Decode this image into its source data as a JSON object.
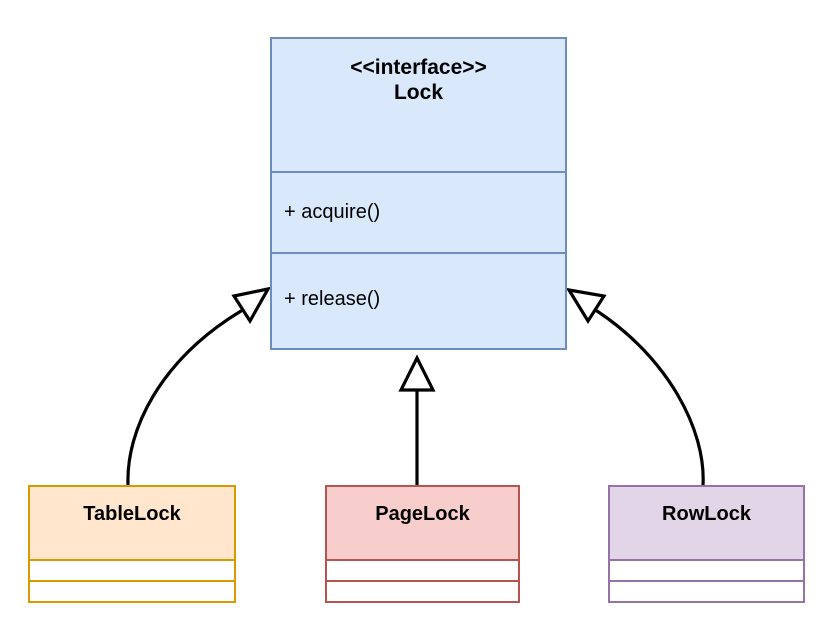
{
  "diagram": {
    "kind": "uml-class-diagram",
    "background_color": "#ffffff",
    "edge_color": "#000000",
    "relationship_label": "generalization"
  },
  "interface": {
    "stereotype": "<<interface>>",
    "name": "Lock",
    "attributes": [],
    "methods": [
      {
        "label": "+ acquire()"
      },
      {
        "label": "+ release()"
      }
    ],
    "fill_color": "#dae8fc",
    "stroke_color": "#6c8ebf"
  },
  "subclasses": [
    {
      "name": "TableLock",
      "fill_color": "#ffe6cc",
      "stroke_color": "#d79b00",
      "attributes": [],
      "methods": []
    },
    {
      "name": "PageLock",
      "fill_color": "#f8cecc",
      "stroke_color": "#b85450",
      "attributes": [],
      "methods": []
    },
    {
      "name": "RowLock",
      "fill_color": "#e1d5e7",
      "stroke_color": "#9673a6",
      "attributes": [],
      "methods": []
    }
  ]
}
